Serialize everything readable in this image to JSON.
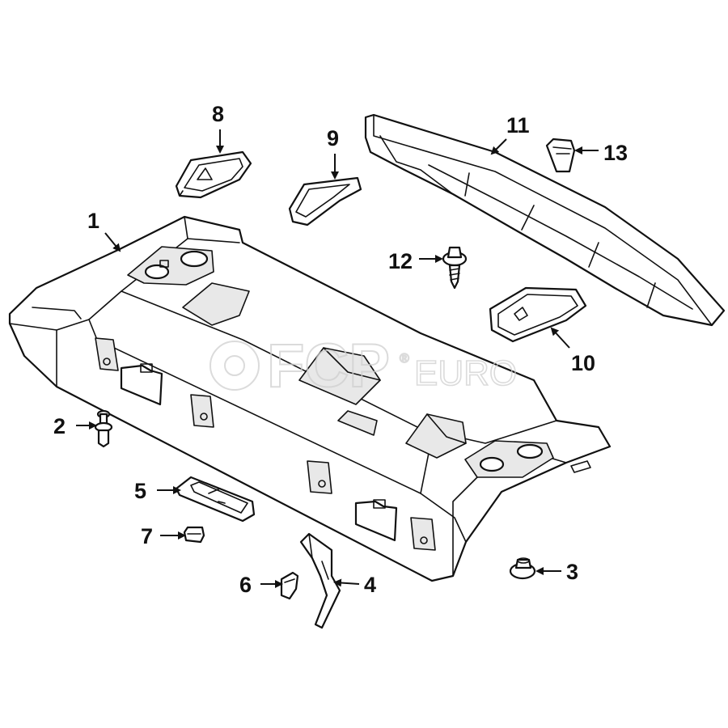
{
  "watermark": {
    "brand": "FCP",
    "suffix": "EURO",
    "mark": "®"
  },
  "callouts": [
    {
      "id": "c1",
      "text": "1"
    },
    {
      "id": "c2",
      "text": "2"
    },
    {
      "id": "c3",
      "text": "3"
    },
    {
      "id": "c4",
      "text": "4"
    },
    {
      "id": "c5",
      "text": "5"
    },
    {
      "id": "c6",
      "text": "6"
    },
    {
      "id": "c7",
      "text": "7"
    },
    {
      "id": "c8",
      "text": "8"
    },
    {
      "id": "c9",
      "text": "9"
    },
    {
      "id": "c10",
      "text": "10"
    },
    {
      "id": "c11",
      "text": "11"
    },
    {
      "id": "c12",
      "text": "12"
    },
    {
      "id": "c13",
      "text": "13"
    }
  ],
  "colors": {
    "line": "#111111",
    "background": "#ffffff",
    "watermark": "#cfcfcf"
  }
}
